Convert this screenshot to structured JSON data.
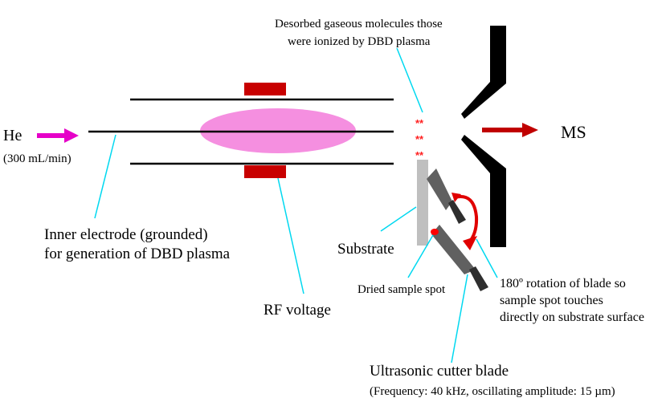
{
  "labels": {
    "he": "He",
    "he_flow": "(300 mL/min)",
    "ms": "MS",
    "desorbed_line1": "Desorbed gaseous molecules those",
    "desorbed_line2": "were ionized by DBD plasma",
    "inner_electrode_line1": "Inner electrode (grounded)",
    "inner_electrode_line2": "for generation of DBD plasma",
    "substrate": "Substrate",
    "dried_sample_spot": "Dried sample spot",
    "rotation_line1": "180º rotation of blade so",
    "rotation_line2": "sample spot touches",
    "rotation_line3": "directly on substrate surface",
    "rf_voltage": "RF voltage",
    "cutter_line1": "Ultrasonic cutter blade",
    "cutter_line2": "(Frequency: 40 kHz, oscillating amplitude: 15 µm)"
  },
  "ion_markers": [
    "**",
    "**",
    "**"
  ],
  "colors": {
    "plasma": "#f58fe0",
    "he_arrow": "#e600c8",
    "electrode": "#c80000",
    "ms_arrow": "#c00000",
    "leader_line": "#00d8f0",
    "ions": "#ff2020",
    "substrate": "#bfbfbf",
    "blade": "#606060",
    "blade_handle": "#2e2e2e",
    "rotation_arrow": "#e00000",
    "sample_spot": "#ff0000"
  }
}
